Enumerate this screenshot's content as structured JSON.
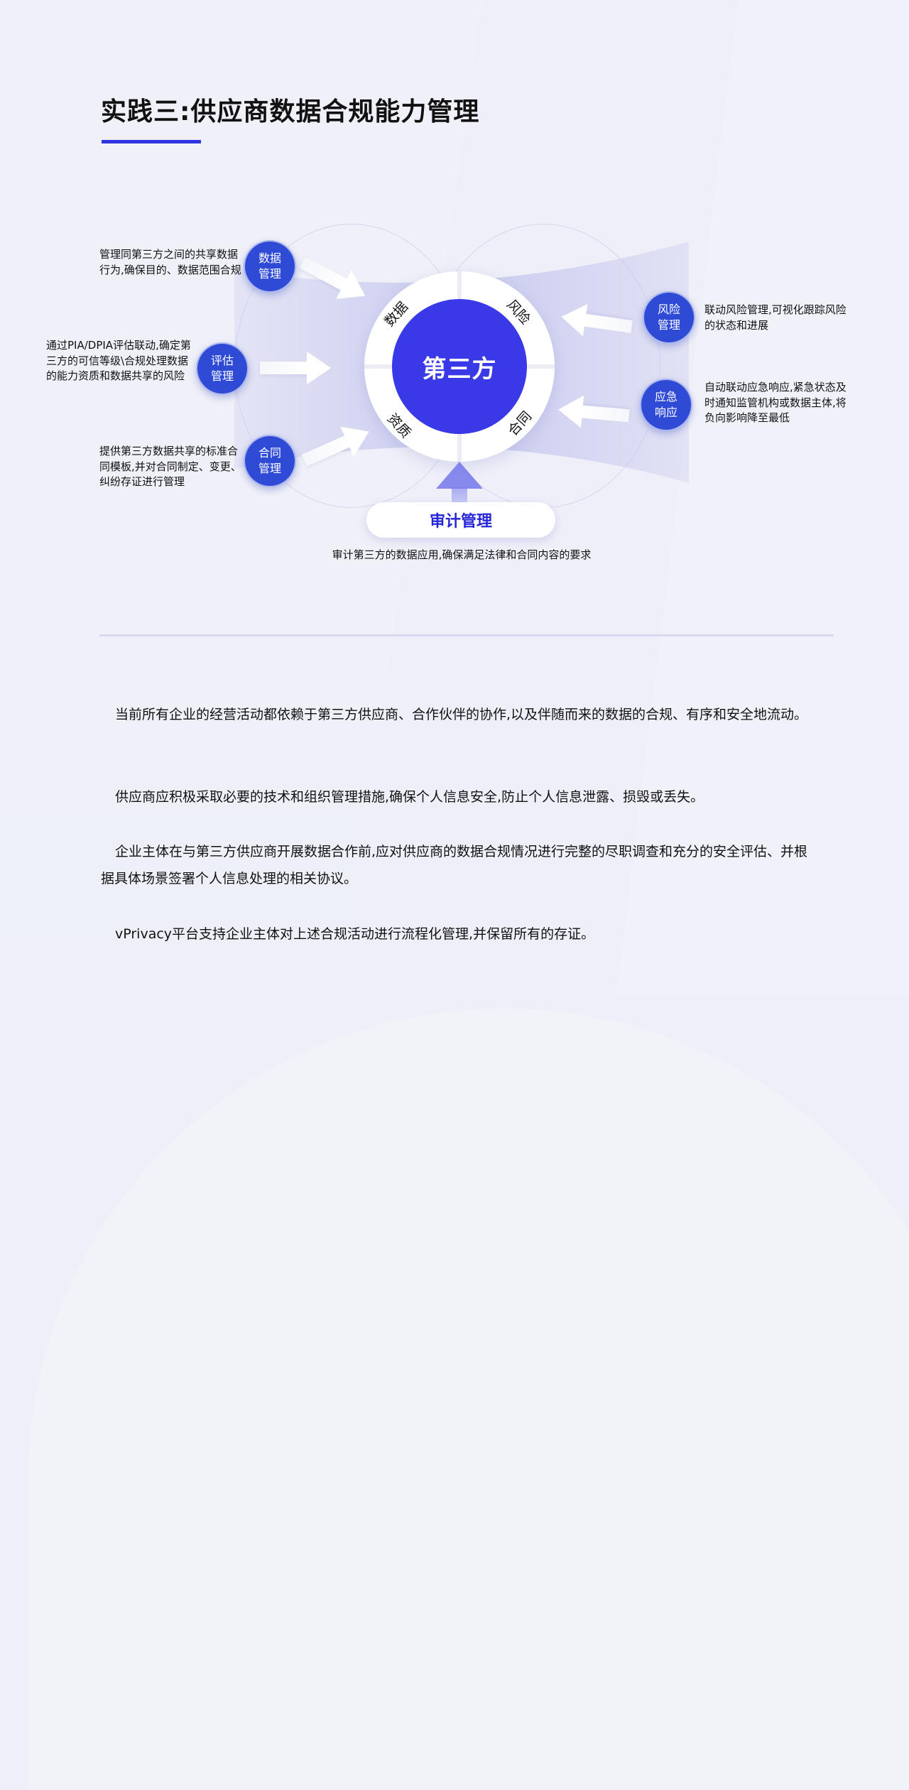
{
  "title": "实践三:供应商数据合规能力管理",
  "colors": {
    "accent": "#2f36e0",
    "node": "#2f4bd6",
    "center": "#3939e8",
    "audit_text": "#2626d8",
    "background": "#eeeff8"
  },
  "diagram": {
    "center_label": "第三方",
    "ring_labels": [
      "数据",
      "风险",
      "资质",
      "合同"
    ],
    "left_nodes": [
      {
        "label_line1": "数据",
        "label_line2": "管理",
        "description": "管理同第三方之间的共享数据行为,确保目的、数据范围合规"
      },
      {
        "label_line1": "评估",
        "label_line2": "管理",
        "description": "通过PIA/DPIA评估联动,确定第三方的可信等级\\合规处理数据的能力资质和数据共享的风险"
      },
      {
        "label_line1": "合同",
        "label_line2": "管理",
        "description": "提供第三方数据共享的标准合同模板,并对合同制定、变更、纠纷存证进行管理"
      }
    ],
    "right_nodes": [
      {
        "label_line1": "风险",
        "label_line2": "管理",
        "description": "联动风险管理,可视化跟踪风险的状态和进展"
      },
      {
        "label_line1": "应急",
        "label_line2": "响应",
        "description": "自动联动应急响应,紧急状态及时通知监管机构或数据主体,将负向影响降至最低"
      }
    ],
    "audit": {
      "label": "审计管理",
      "description": "审计第三方的数据应用,确保满足法律和合同内容的要求"
    }
  },
  "paragraphs": [
    "当前所有企业的经营活动都依赖于第三方供应商、合作伙伴的协作,以及伴随而来的数据的合规、有序和安全地流动。",
    "供应商应积极采取必要的技术和组织管理措施,确保个人信息安全,防止个人信息泄露、损毁或丢失。",
    "企业主体在与第三方供应商开展数据合作前,应对供应商的数据合规情况进行完整的尽职调查和充分的安全评估、并根据具体场景签署个人信息处理的相关协议。",
    "vPrivacy平台支持企业主体对上述合规活动进行流程化管理,并保留所有的存证。"
  ]
}
